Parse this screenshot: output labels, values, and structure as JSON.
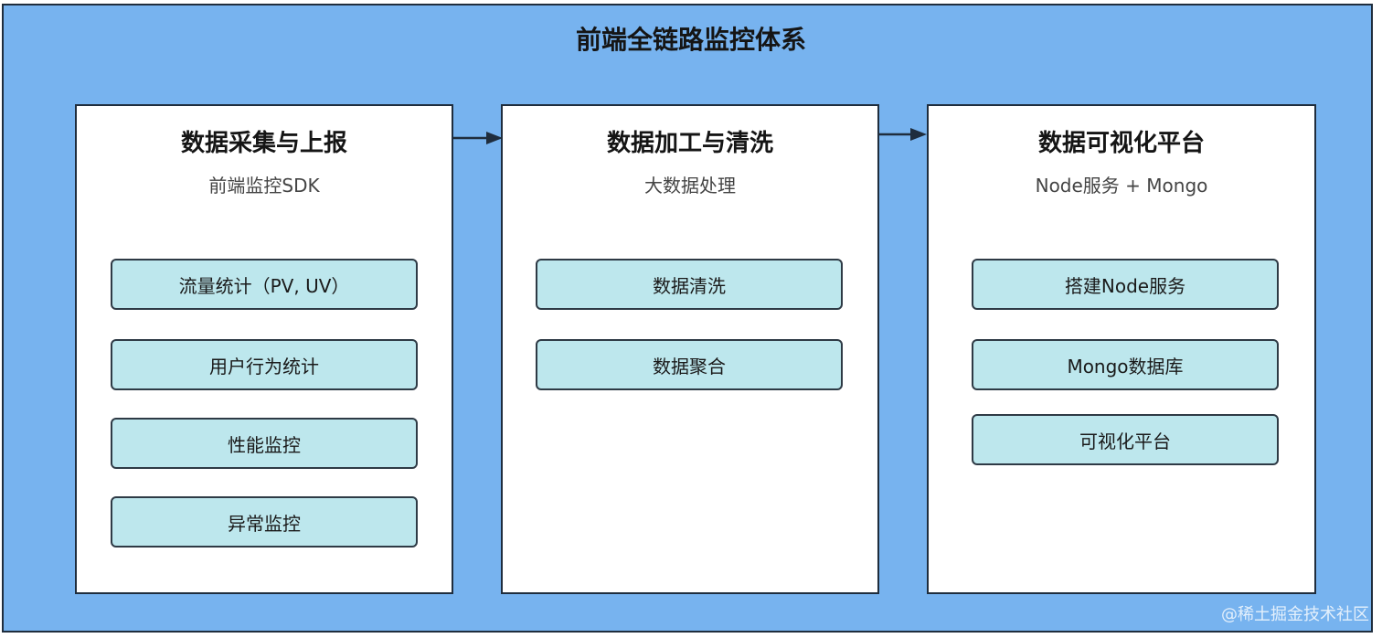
{
  "title": "前端全链路监控体系",
  "stages": [
    {
      "title": "数据采集与上报",
      "subtitle": "前端监控SDK",
      "items": [
        "流量统计（PV, UV）",
        "用户行为统计",
        "性能监控",
        "异常监控"
      ]
    },
    {
      "title": "数据加工与清洗",
      "subtitle": "大数据处理",
      "items": [
        "数据清洗",
        "数据聚合"
      ]
    },
    {
      "title": "数据可视化平台",
      "subtitle": "Node服务 + Mongo",
      "items": [
        "搭建Node服务",
        "Mongo数据库",
        "可视化平台"
      ]
    }
  ],
  "watermark": "@稀土掘金技术社区",
  "colors": {
    "background": "#77b3ef",
    "panel": "#ffffff",
    "item_fill": "#bde7ed",
    "border": "#1f2d3d"
  }
}
